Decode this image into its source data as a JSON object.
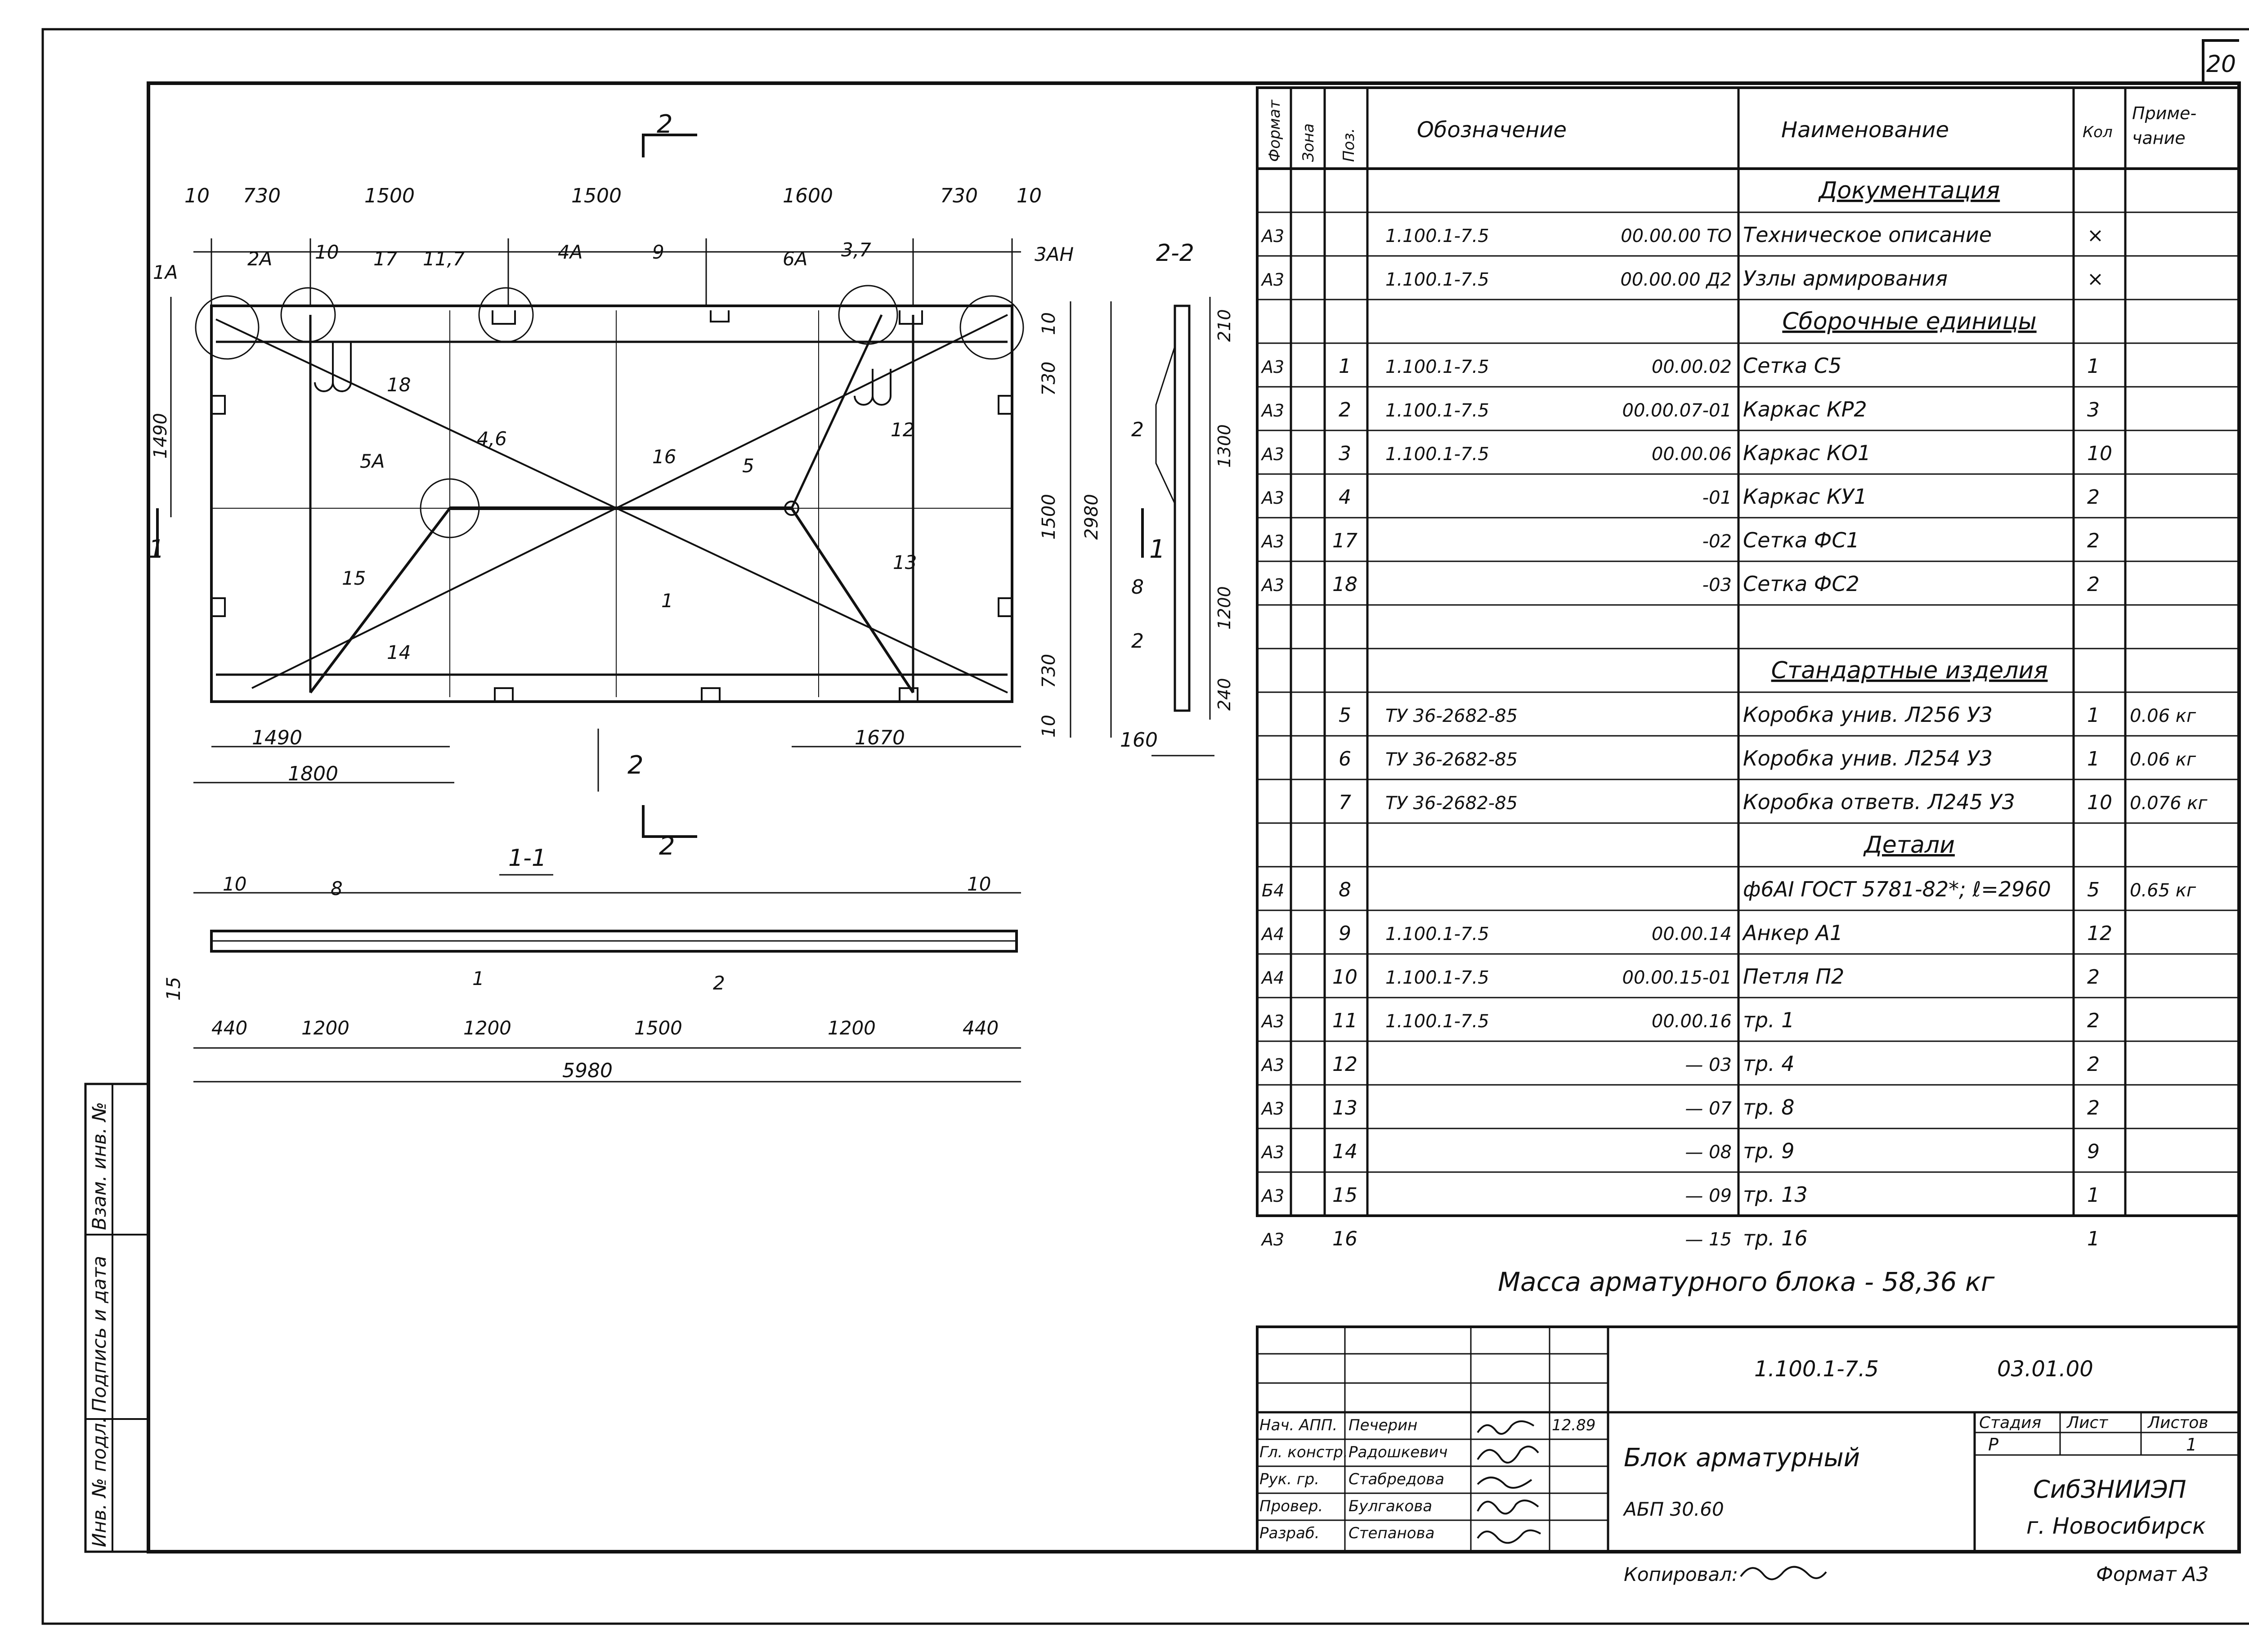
{
  "sheet_number": "20",
  "plan": {
    "section_marks": [
      "2",
      "2",
      "1",
      "1"
    ],
    "dims_top": [
      "10",
      "730",
      "1500",
      "1500",
      "1600",
      "730",
      "10"
    ],
    "dims_left": [
      "1490"
    ],
    "dims_right": [
      "10",
      "730",
      "1500",
      "2980",
      "730",
      "10"
    ],
    "dims_bottom_1": "1490",
    "dims_bottom_2": "1670",
    "dims_bottom_total": "1800",
    "callouts": {
      "1A": "1A",
      "2A": "2A",
      "10": "10",
      "17": "17",
      "11_7": "11,7",
      "4A": "4A",
      "9": "9",
      "6A": "6A",
      "3_7": "3,7",
      "3AH": "3AH",
      "18": "18",
      "5A": "5A",
      "4_6": "4,6",
      "16": "16",
      "5": "5",
      "12": "12",
      "15": "15",
      "1": "1",
      "13": "13",
      "14": "14"
    }
  },
  "section_2_2": {
    "title": "2-2",
    "dims": [
      "210",
      "1300",
      "1200",
      "240"
    ],
    "width": "160",
    "callouts": [
      "2",
      "8",
      "2"
    ]
  },
  "section_1_1": {
    "title": "1-1",
    "top_dims": [
      "10",
      "10"
    ],
    "callout_8": "8",
    "callout_1": "1",
    "callout_2": "2",
    "side_dim": "15",
    "bottom_dims": [
      "440",
      "1200",
      "1200",
      "1500",
      "1200",
      "440"
    ],
    "total": "5980"
  },
  "side_stamp": [
    "Инв. № подл.",
    "Подпись и дата",
    "Взам. инв. №"
  ],
  "spec_table": {
    "headers": {
      "format": "Формат",
      "zone": "Зона",
      "pos": "Поз.",
      "designation": "Обозначение",
      "name": "Наименование",
      "qty": "Кол",
      "note": "Приме-\nчание"
    },
    "rows": [
      {
        "type": "section",
        "name": "Документация"
      },
      {
        "format": "А3",
        "zone": "",
        "pos": "",
        "des1": "1.100.1-7.5",
        "des2": "00.00.00 ТО",
        "name": "Техническое описание",
        "qty": "×",
        "note": ""
      },
      {
        "format": "А3",
        "zone": "",
        "pos": "",
        "des1": "1.100.1-7.5",
        "des2": "00.00.00 Д2",
        "name": "Узлы армирования",
        "qty": "×",
        "note": ""
      },
      {
        "type": "section",
        "name": "Сборочные единицы"
      },
      {
        "format": "А3",
        "zone": "",
        "pos": "1",
        "des1": "1.100.1-7.5",
        "des2": "00.00.02",
        "name": "Сетка С5",
        "qty": "1",
        "note": ""
      },
      {
        "format": "А3",
        "zone": "",
        "pos": "2",
        "des1": "1.100.1-7.5",
        "des2": "00.00.07-01",
        "name": "Каркас КР2",
        "qty": "3",
        "note": ""
      },
      {
        "format": "А3",
        "zone": "",
        "pos": "3",
        "des1": "1.100.1-7.5",
        "des2": "00.00.06",
        "name": "Каркас КО1",
        "qty": "10",
        "note": ""
      },
      {
        "format": "А3",
        "zone": "",
        "pos": "4",
        "des1": "",
        "des2": "-01",
        "name": "Каркас КУ1",
        "qty": "2",
        "note": ""
      },
      {
        "format": "А3",
        "zone": "",
        "pos": "17",
        "des1": "",
        "des2": "-02",
        "name": "Сетка ФС1",
        "qty": "2",
        "note": ""
      },
      {
        "format": "А3",
        "zone": "",
        "pos": "18",
        "des1": "",
        "des2": "-03",
        "name": "Сетка ФС2",
        "qty": "2",
        "note": ""
      },
      {
        "type": "blank"
      },
      {
        "type": "section",
        "name": "Стандартные изделия"
      },
      {
        "format": "",
        "zone": "",
        "pos": "5",
        "des1": "ТУ 36-2682-85",
        "des2": "",
        "name": "Коробка унив. Л256 У3",
        "qty": "1",
        "note": "0.06 кг"
      },
      {
        "format": "",
        "zone": "",
        "pos": "6",
        "des1": "ТУ 36-2682-85",
        "des2": "",
        "name": "Коробка унив. Л254 У3",
        "qty": "1",
        "note": "0.06 кг"
      },
      {
        "format": "",
        "zone": "",
        "pos": "7",
        "des1": "ТУ 36-2682-85",
        "des2": "",
        "name": "Коробка ответв. Л245 У3",
        "qty": "10",
        "note": "0.076 кг"
      },
      {
        "type": "section",
        "name": "Детали"
      },
      {
        "format": "Б4",
        "zone": "",
        "pos": "8",
        "des1": "",
        "des2": "",
        "name": "ф6AI ГОСТ 5781-82*; ℓ=2960",
        "qty": "5",
        "note": "0.65 кг"
      },
      {
        "format": "А4",
        "zone": "",
        "pos": "9",
        "des1": "1.100.1-7.5",
        "des2": "00.00.14",
        "name": "Анкер А1",
        "qty": "12",
        "note": ""
      },
      {
        "format": "А4",
        "zone": "",
        "pos": "10",
        "des1": "1.100.1-7.5",
        "des2": "00.00.15-01",
        "name": "Петля П2",
        "qty": "2",
        "note": ""
      },
      {
        "format": "А3",
        "zone": "",
        "pos": "11",
        "des1": "1.100.1-7.5",
        "des2": "00.00.16",
        "name": "тр. 1",
        "qty": "2",
        "note": ""
      },
      {
        "format": "А3",
        "zone": "",
        "pos": "12",
        "des1": "",
        "des2": "— 03",
        "name": "тр. 4",
        "qty": "2",
        "note": ""
      },
      {
        "format": "А3",
        "zone": "",
        "pos": "13",
        "des1": "",
        "des2": "— 07",
        "name": "тр. 8",
        "qty": "2",
        "note": ""
      },
      {
        "format": "А3",
        "zone": "",
        "pos": "14",
        "des1": "",
        "des2": "— 08",
        "name": "тр. 9",
        "qty": "9",
        "note": ""
      },
      {
        "format": "А3",
        "zone": "",
        "pos": "15",
        "des1": "",
        "des2": "— 09",
        "name": "тр. 13",
        "qty": "1",
        "note": ""
      },
      {
        "format": "А3",
        "zone": "",
        "pos": "16",
        "des1": "",
        "des2": "— 15",
        "name": "тр. 16",
        "qty": "1",
        "note": ""
      }
    ]
  },
  "mass_note": "Масса арматурного блока - 58,36 кг",
  "title_block": {
    "doc_code": "1.100.1-7.5",
    "doc_suffix": "03.01.00",
    "roles": [
      "Нач. АПП.",
      "Гл. констр.",
      "Рук. гр.",
      "Провер.",
      "Разраб."
    ],
    "names": [
      "Печерин",
      "Радошкевич",
      "Стабредова",
      "Булгакова",
      "Степанова"
    ],
    "date": "12.89",
    "title_line1": "Блок арматурный",
    "title_line2": "АБП 30.60",
    "stage_hdr": "Стадия",
    "sheet_hdr": "Лист",
    "sheets_hdr": "Листов",
    "stage": "Р",
    "sheet": "",
    "sheets": "1",
    "org1": "СибЗНИИЭП",
    "org2": "г. Новосибирск"
  },
  "copied_label": "Копировал:",
  "format_label": "Формат А3"
}
